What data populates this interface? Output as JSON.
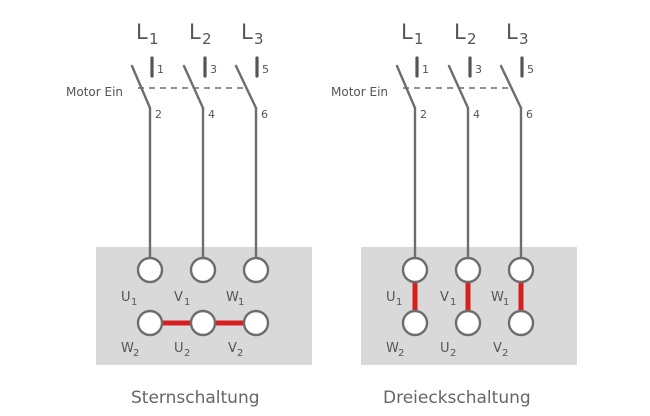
{
  "left": {
    "caption": "Sternschaltung",
    "switch_label": "Motor Ein",
    "phases": [
      {
        "letter": "L",
        "sub": "1",
        "pin_top": "1",
        "pin_bottom": "2"
      },
      {
        "letter": "L",
        "sub": "2",
        "pin_top": "3",
        "pin_bottom": "4"
      },
      {
        "letter": "L",
        "sub": "3",
        "pin_top": "5",
        "pin_bottom": "6"
      }
    ],
    "terminals_top": [
      {
        "letter": "U",
        "sub": "1"
      },
      {
        "letter": "V",
        "sub": "1"
      },
      {
        "letter": "W",
        "sub": "1"
      }
    ],
    "terminals_bottom": [
      {
        "letter": "W",
        "sub": "2"
      },
      {
        "letter": "U",
        "sub": "2"
      },
      {
        "letter": "V",
        "sub": "2"
      }
    ]
  },
  "right": {
    "caption": "Dreieckschaltung",
    "switch_label": "Motor Ein",
    "phases": [
      {
        "letter": "L",
        "sub": "1",
        "pin_top": "1",
        "pin_bottom": "2"
      },
      {
        "letter": "L",
        "sub": "2",
        "pin_top": "3",
        "pin_bottom": "4"
      },
      {
        "letter": "L",
        "sub": "3",
        "pin_top": "5",
        "pin_bottom": "6"
      }
    ],
    "terminals_top": [
      {
        "letter": "U",
        "sub": "1"
      },
      {
        "letter": "V",
        "sub": "1"
      },
      {
        "letter": "W",
        "sub": "1"
      }
    ],
    "terminals_bottom": [
      {
        "letter": "W",
        "sub": "2"
      },
      {
        "letter": "U",
        "sub": "2"
      },
      {
        "letter": "V",
        "sub": "2"
      }
    ]
  },
  "colors": {
    "wire": "#6d6d6d",
    "bridge": "#d62020",
    "terminal_box": "#d9d9d9"
  }
}
